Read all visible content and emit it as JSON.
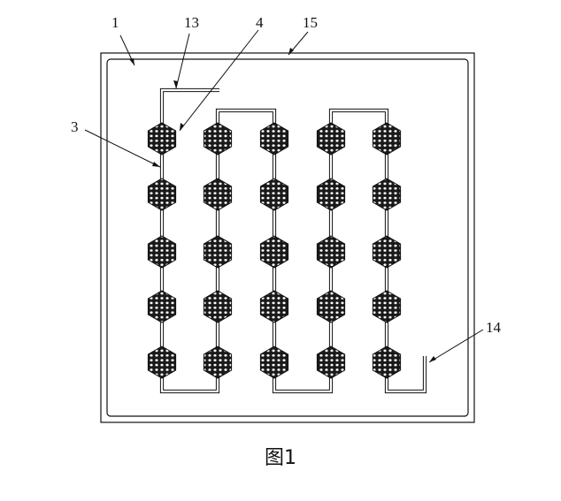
{
  "figure": {
    "caption": "图1",
    "labels": {
      "l1": "1",
      "l13": "13",
      "l4": "4",
      "l15": "15",
      "l3": "3",
      "l14": "14"
    },
    "grid": {
      "columns": 5,
      "rows": 5
    },
    "colors": {
      "stroke": "#111111",
      "fill": "#ffffff"
    }
  }
}
